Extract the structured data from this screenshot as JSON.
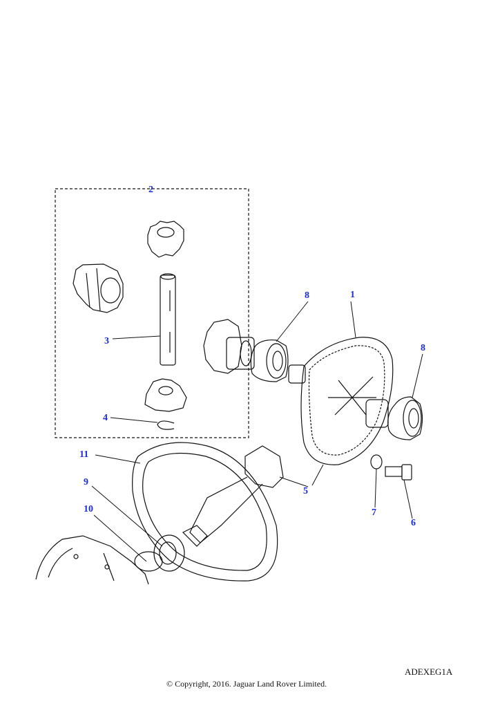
{
  "diagram": {
    "callouts": [
      "1",
      "2",
      "3",
      "4",
      "5",
      "6",
      "7",
      "8",
      "8",
      "9",
      "10",
      "11"
    ],
    "callout_color": "#1a2be0",
    "line_color": "#111111"
  },
  "footer": {
    "drawing_code": "ADEXEG1A",
    "copyright": "© Copyright, 2016. Jaguar Land Rover Limited."
  }
}
